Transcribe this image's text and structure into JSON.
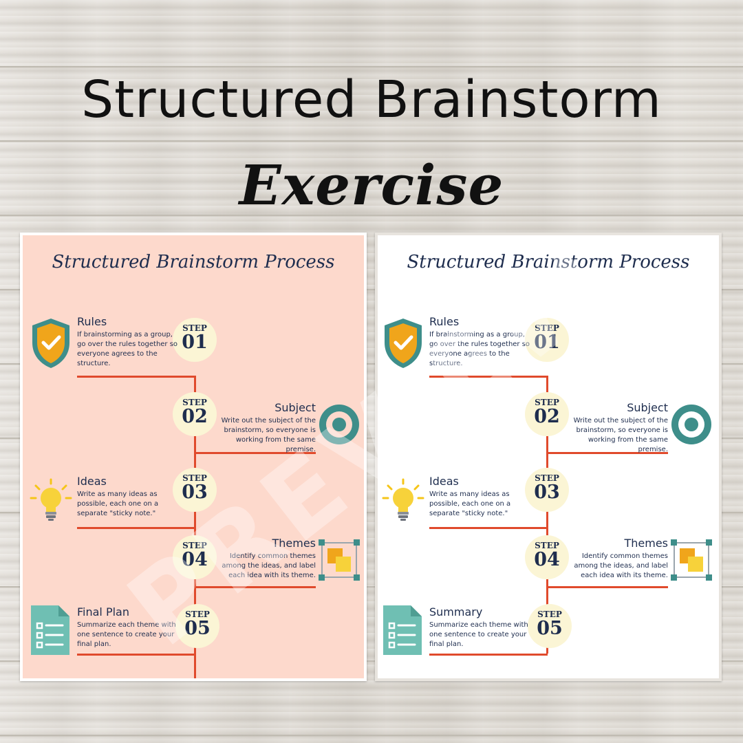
{
  "header": {
    "title": "Structured Brainstorm",
    "subtitle": "Exercise"
  },
  "watermark": "PREVIEW",
  "cards": [
    {
      "title": "Structured Brainstorm Process",
      "background": "#fdd9cc",
      "steps": [
        {
          "label": "STEP",
          "num": "01",
          "title": "Rules",
          "desc": "If brainstorming as a group, go over the rules together so everyone agrees to the structure.",
          "icon": "shield-check-icon"
        },
        {
          "label": "STEP",
          "num": "02",
          "title": "Subject",
          "desc": "Write out the subject of the brainstorm, so everyone is working from the same premise.",
          "icon": "target-icon"
        },
        {
          "label": "STEP",
          "num": "03",
          "title": "Ideas",
          "desc": "Write as many ideas as possible, each one on a separate \"sticky note.\"",
          "icon": "lightbulb-icon"
        },
        {
          "label": "STEP",
          "num": "04",
          "title": "Themes",
          "desc": "Identify common themes among the ideas, and label each idea with its theme.",
          "icon": "sticky-notes-icon"
        },
        {
          "label": "STEP",
          "num": "05",
          "title": "Final Plan",
          "desc": "Summarize each theme with one sentence to create your final plan.",
          "icon": "checklist-document-icon"
        }
      ]
    },
    {
      "title": "Structured Brainstorm Process",
      "background": "#ffffff",
      "steps": [
        {
          "label": "STEP",
          "num": "01",
          "title": "Rules",
          "desc": "If brainstorming as a group, go over the rules together so everyone agrees to the structure.",
          "icon": "shield-check-icon"
        },
        {
          "label": "STEP",
          "num": "02",
          "title": "Subject",
          "desc": "Write out the subject of the brainstorm, so everyone is working from the same premise.",
          "icon": "target-icon"
        },
        {
          "label": "STEP",
          "num": "03",
          "title": "Ideas",
          "desc": "Write as many ideas as possible, each one on a separate \"sticky note.\"",
          "icon": "lightbulb-icon"
        },
        {
          "label": "STEP",
          "num": "04",
          "title": "Themes",
          "desc": "Identify common themes among the ideas, and label each idea with its theme.",
          "icon": "sticky-notes-icon"
        },
        {
          "label": "STEP",
          "num": "05",
          "title": "Summary",
          "desc": "Summarize each theme with one sentence to create your final plan.",
          "icon": "checklist-document-icon"
        }
      ]
    }
  ],
  "colors": {
    "navy": "#1e2d4e",
    "line": "#e04a2c",
    "teal": "#3e8e8a",
    "gold": "#f0a51b",
    "cream": "#fbf5d5"
  }
}
